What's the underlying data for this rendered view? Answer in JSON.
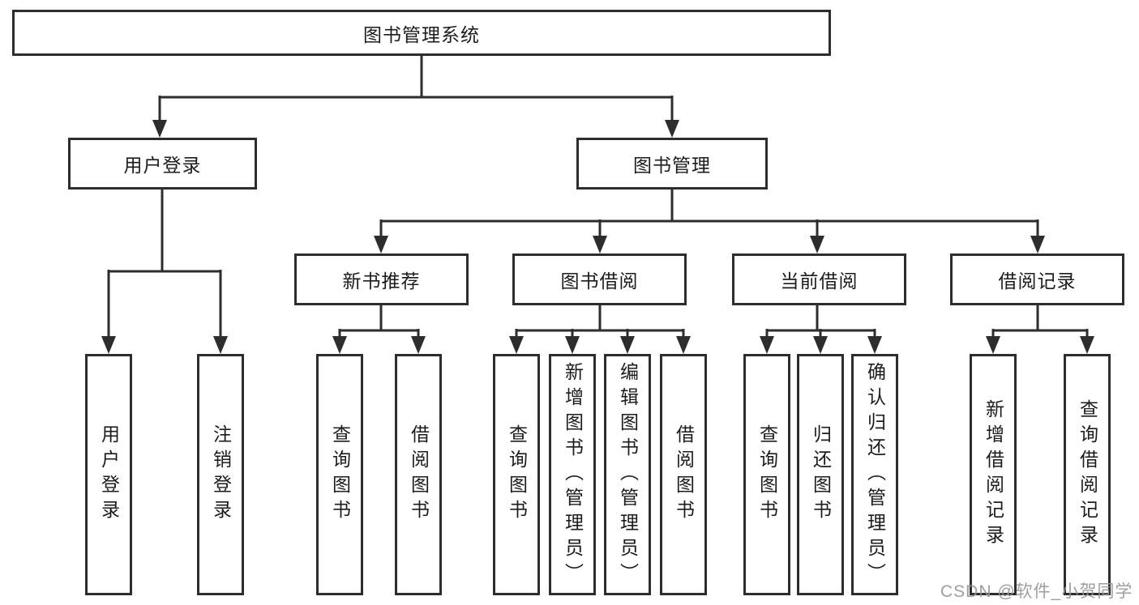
{
  "diagram_title": "图书管理系统",
  "tree": {
    "label": "图书管理系统",
    "children": [
      {
        "label": "用户登录",
        "children": [
          {
            "label": "用户登录"
          },
          {
            "label": "注销登录"
          }
        ]
      },
      {
        "label": "图书管理",
        "children": [
          {
            "label": "新书推荐",
            "children": [
              {
                "label": "查询图书"
              },
              {
                "label": "借阅图书"
              }
            ]
          },
          {
            "label": "图书借阅",
            "children": [
              {
                "label": "查询图书"
              },
              {
                "label": "新增图书（管理员）"
              },
              {
                "label": "编辑图书（管理员）"
              },
              {
                "label": "借阅图书"
              }
            ]
          },
          {
            "label": "当前借阅",
            "children": [
              {
                "label": "查询图书"
              },
              {
                "label": "归还图书"
              },
              {
                "label": "确认归还（管理员）"
              }
            ]
          },
          {
            "label": "借阅记录",
            "children": [
              {
                "label": "新增借阅记录"
              },
              {
                "label": "查询借阅记录"
              }
            ]
          }
        ]
      }
    ]
  },
  "watermark": "CSDN @软件_小贺同学",
  "colors": {
    "line": "#2d2d2d",
    "box_border": "#2d2d2d",
    "box_fill": "#ffffff",
    "text": "#1c1c1c",
    "watermark": "#969696",
    "background": "#ffffff"
  }
}
